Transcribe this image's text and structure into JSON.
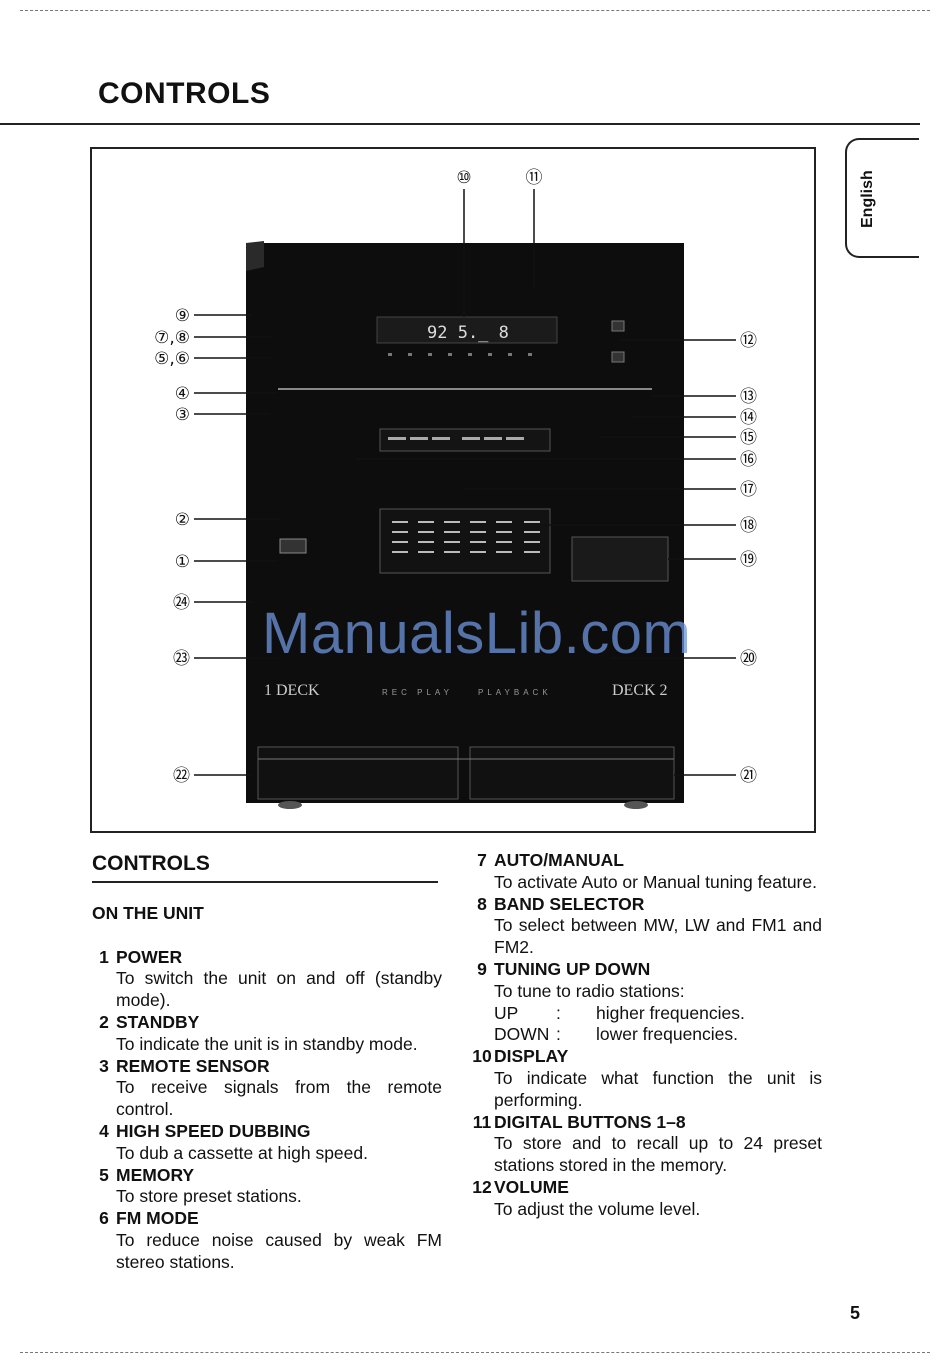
{
  "header": {
    "title": "CONTROLS"
  },
  "language_tab": "English",
  "figure": {
    "callouts_left": [
      "⑨",
      "⑦,⑧",
      "⑤,⑥",
      "④",
      "③",
      "②",
      "①",
      "㉔",
      "㉓",
      "㉒"
    ],
    "callouts_right": [
      "⑫",
      "⑬",
      "⑭",
      "⑮",
      "⑯",
      "⑰",
      "⑱",
      "⑲",
      "⑳",
      "㉑"
    ],
    "callouts_top": [
      "⑩",
      "⑪"
    ],
    "display_text": "92 5._ 8",
    "deck1": "1 DECK",
    "deck2": "DECK 2",
    "rec_play": "REC PLAY",
    "playback": "PLAYBACK",
    "watermark": "ManualsLib.com"
  },
  "section": {
    "title": "CONTROLS",
    "subtitle": "ON THE UNIT"
  },
  "items_left": [
    {
      "num": "1",
      "title": "POWER",
      "desc": "To switch the unit on and off (standby mode)."
    },
    {
      "num": "2",
      "title": "STANDBY",
      "desc": "To indicate the unit is in standby mode."
    },
    {
      "num": "3",
      "title": "REMOTE SENSOR",
      "desc": "To receive signals from the remote control."
    },
    {
      "num": "4",
      "title": "HIGH SPEED DUBBING",
      "desc": "To dub a cassette at high speed."
    },
    {
      "num": "5",
      "title": "MEMORY",
      "desc": "To store preset stations."
    },
    {
      "num": "6",
      "title": "FM MODE",
      "desc": "To reduce noise caused by weak FM stereo stations."
    }
  ],
  "items_right": [
    {
      "num": "7",
      "title": "AUTO/MANUAL",
      "desc": "To activate Auto or Manual tuning feature."
    },
    {
      "num": "8",
      "title": "BAND SELECTOR",
      "desc": "To select between MW, LW and FM1 and FM2."
    },
    {
      "num": "9",
      "title": "TUNING UP DOWN",
      "desc": "To tune to radio stations:"
    },
    {
      "num": "10",
      "title": "DISPLAY",
      "desc": "To indicate what function the unit is performing."
    },
    {
      "num": "11",
      "title": "DIGITAL BUTTONS 1–8",
      "desc": "To store and to recall up to 24 preset stations stored in the memory."
    },
    {
      "num": "12",
      "title": "VOLUME",
      "desc": "To adjust the volume level."
    }
  ],
  "tuning_rows": [
    {
      "key": "UP",
      "sep": ":",
      "val": "higher frequencies."
    },
    {
      "key": "DOWN",
      "sep": ":",
      "val": "lower frequencies."
    }
  ],
  "page_number": "5"
}
